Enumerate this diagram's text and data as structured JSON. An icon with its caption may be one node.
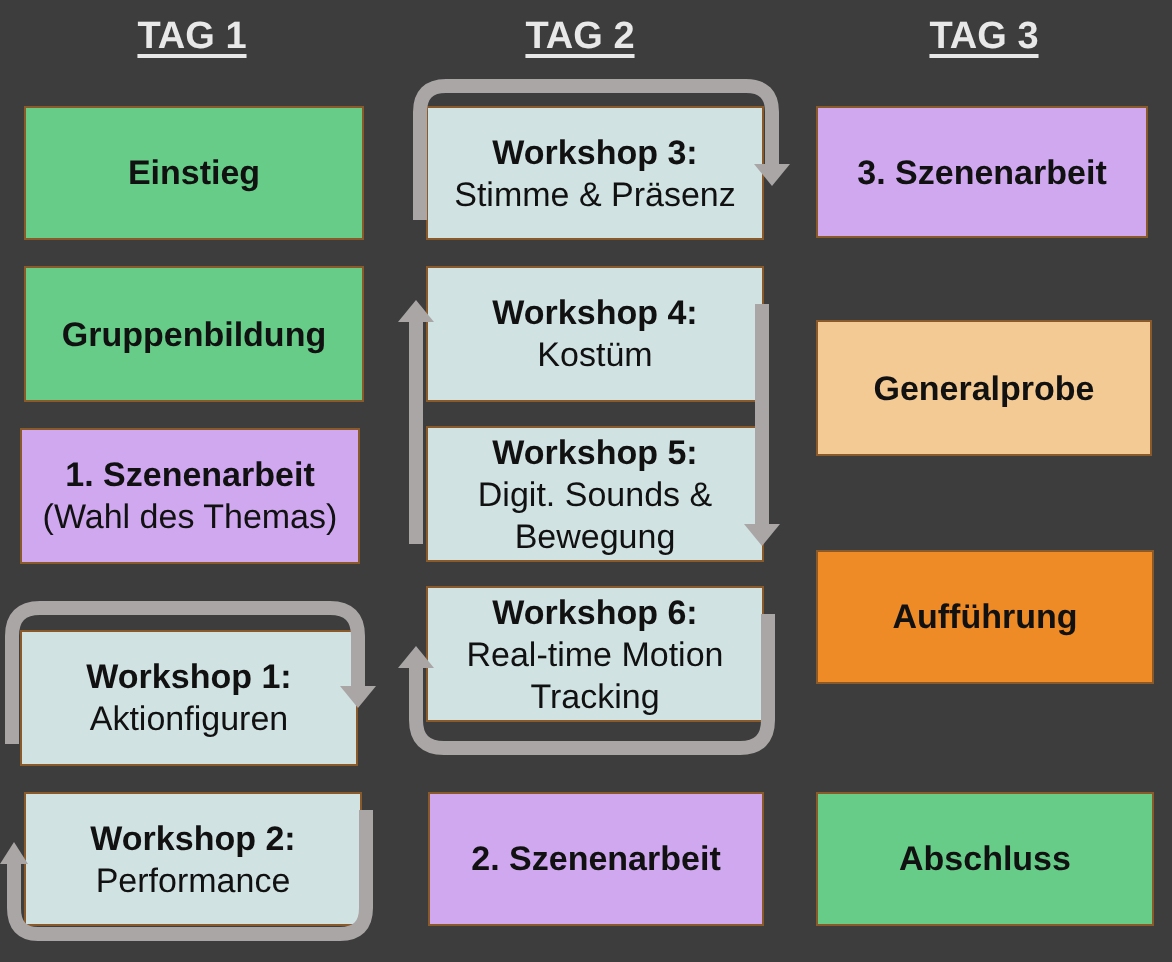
{
  "diagram": {
    "nodes": [
      {
        "text": [
          "Einstieg"
        ]
      },
      {
        "text": [
          "Gruppenbildung"
        ]
      },
      {
        "text": [
          "1. Szenenarbeit",
          "(Wahl des Themas)"
        ]
      },
      {
        "text": [
          "Workshop 1:",
          "Aktionfiguren"
        ]
      },
      {
        "text": [
          "Workshop 2:",
          "Performance"
        ]
      },
      {
        "text": [
          "Workshop 3:",
          "Stimme & Präsenz"
        ]
      },
      {
        "text": [
          "Workshop 4:",
          "Kostüm"
        ]
      },
      {
        "text": [
          "Workshop 5:",
          "Digit. Sounds & Bewegung"
        ]
      },
      {
        "text": [
          "Workshop 6:",
          "Real-time Motion Tracking"
        ]
      },
      {
        "text": [
          "2. Szenenarbeit"
        ]
      },
      {
        "text": [
          "3. Szenenarbeit"
        ]
      },
      {
        "text": [
          "Generalprobe"
        ]
      },
      {
        "text": [
          "Aufführung"
        ]
      },
      {
        "text": [
          "Abschluss"
        ]
      }
    ],
    "edges": [
      {
        "from": 6,
        "to": 7,
        "arrow": "to"
      },
      {
        "from": 7,
        "to": 6,
        "arrow": "to"
      }
    ],
    "labels": [
      "TAG 1",
      "TAG 2",
      "TAG 3"
    ]
  }
}
